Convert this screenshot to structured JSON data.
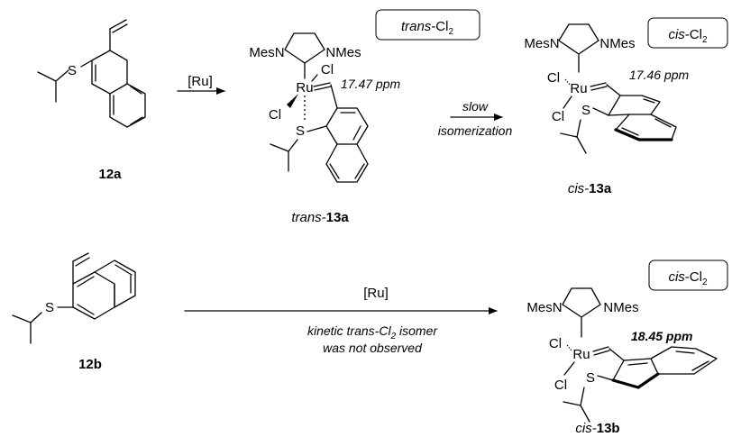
{
  "scheme": {
    "top": {
      "reagent": "[Ru]",
      "substrate_label": "12a",
      "trans_label_prefix": "trans-",
      "trans_label_bold": "13a",
      "trans_shift": "17.47 ppm",
      "trans_box_italic": "trans",
      "trans_box_rest": "-Cl",
      "trans_box_sub": "2",
      "isomerization_line1": "slow",
      "isomerization_line2": "isomerization",
      "cis_label_prefix": "cis-",
      "cis_label_bold": "13a",
      "cis_shift": "17.46 ppm",
      "cis_box_italic": "cis",
      "cis_box_rest": "-Cl",
      "cis_box_sub": "2"
    },
    "bottom": {
      "reagent": "[Ru]",
      "note_line1_a": "kinetic trans-Cl",
      "note_line1_sub": "2",
      "note_line1_b": " isomer",
      "note_line2": "was not observed",
      "substrate_label": "12b",
      "cis_label_prefix": "cis-",
      "cis_label_bold": "13b",
      "cis_shift": "18.45 ppm",
      "cis_box_italic": "cis",
      "cis_box_rest": "-Cl",
      "cis_box_sub": "2"
    },
    "atoms": {
      "S": "S",
      "Ru": "Ru",
      "Cl": "Cl",
      "MesN": "MesN",
      "NMes": "NMes"
    }
  }
}
